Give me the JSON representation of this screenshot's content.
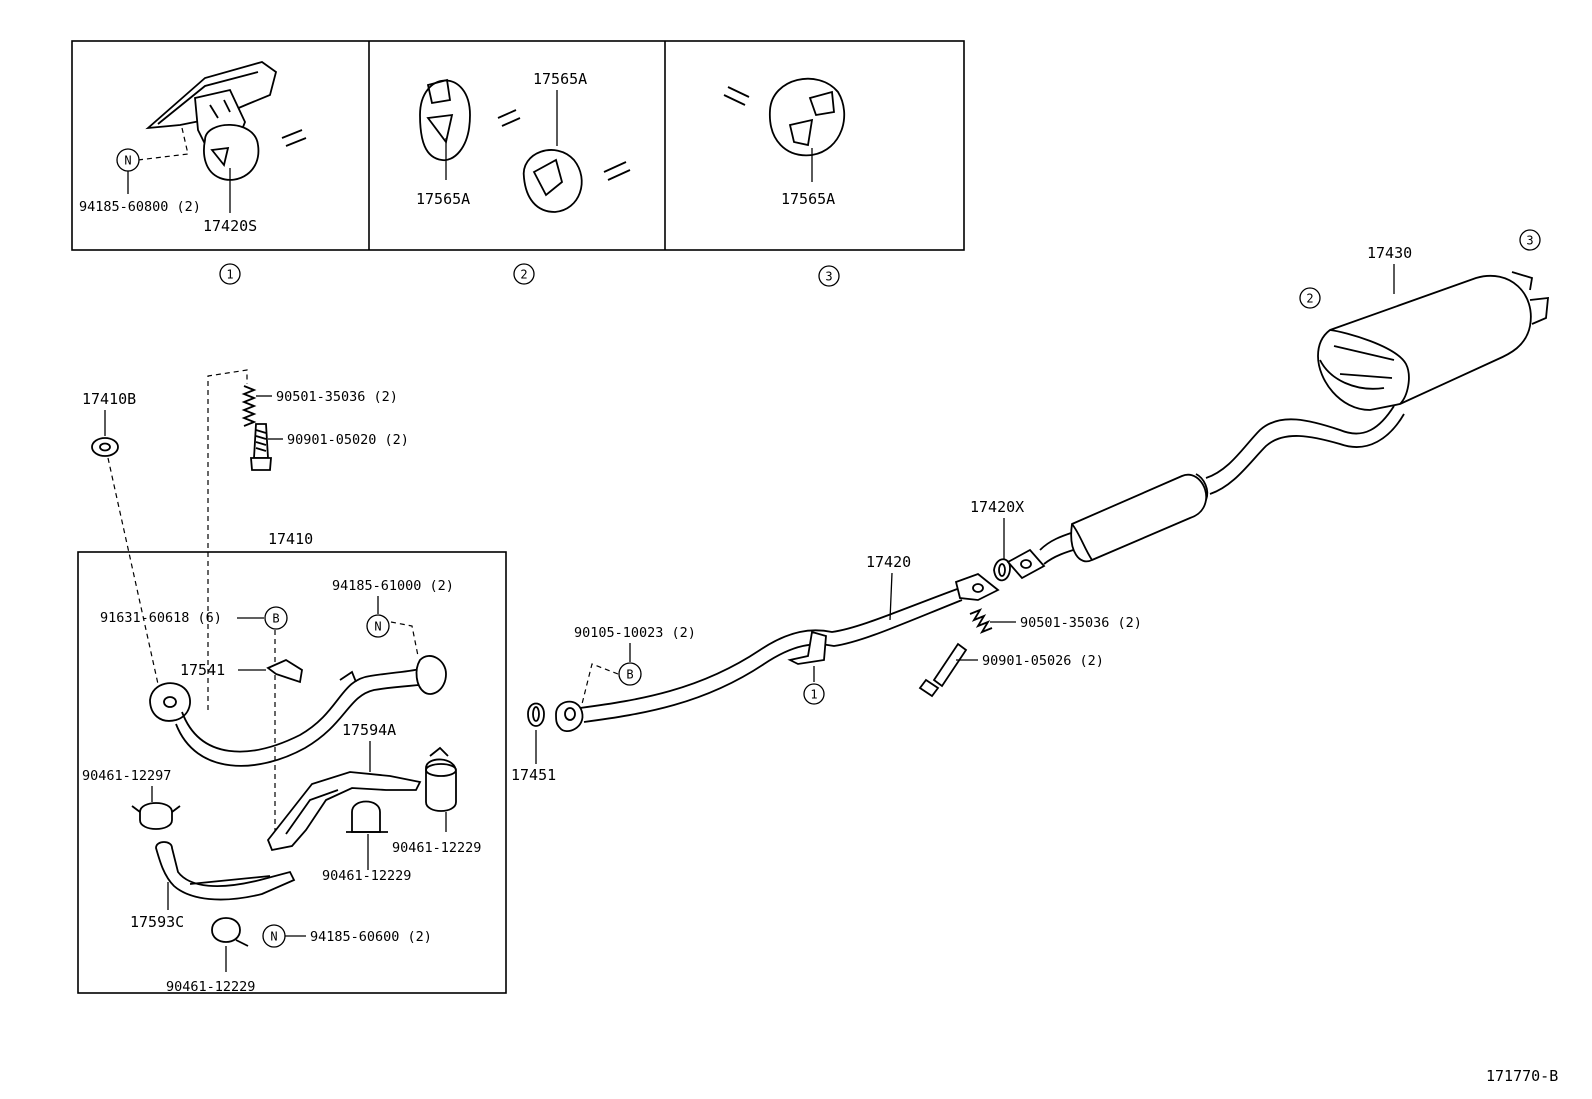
{
  "diagram_code": "171770-B",
  "inset_markers": [
    "1",
    "2",
    "3"
  ],
  "inset1": {
    "nut_mark": "N",
    "nut_part": "94185-60800 (2)",
    "hanger_part": "17420S"
  },
  "inset2": {
    "top_part": "17565A",
    "left_part": "17565A"
  },
  "inset3": {
    "part": "17565A"
  },
  "parts": {
    "p17410B": "17410B",
    "p90501a": "90501-35036 (2)",
    "p90901a": "90901-05020 (2)",
    "p17410": "17410",
    "p94185_61000": "94185-61000 (2)",
    "p91631": "91631-60618 (6)",
    "p17541": "17541",
    "p17594A": "17594A",
    "p90461_12297": "90461-12297",
    "p90461_12229a": "90461-12229",
    "p90461_12229b": "90461-12229",
    "p17593C": "17593C",
    "p94185_60600": "94185-60600 (2)",
    "p90461_12229c": "90461-12229",
    "p90105": "90105-10023 (2)",
    "p17451": "17451",
    "p17420": "17420",
    "p17420X": "17420X",
    "p90501b": "90501-35036 (2)",
    "p90901b": "90901-05026 (2)",
    "p17430": "17430"
  },
  "marks": {
    "B": "B",
    "N": "N",
    "ref1": "1",
    "ref2": "2",
    "ref3": "3"
  }
}
